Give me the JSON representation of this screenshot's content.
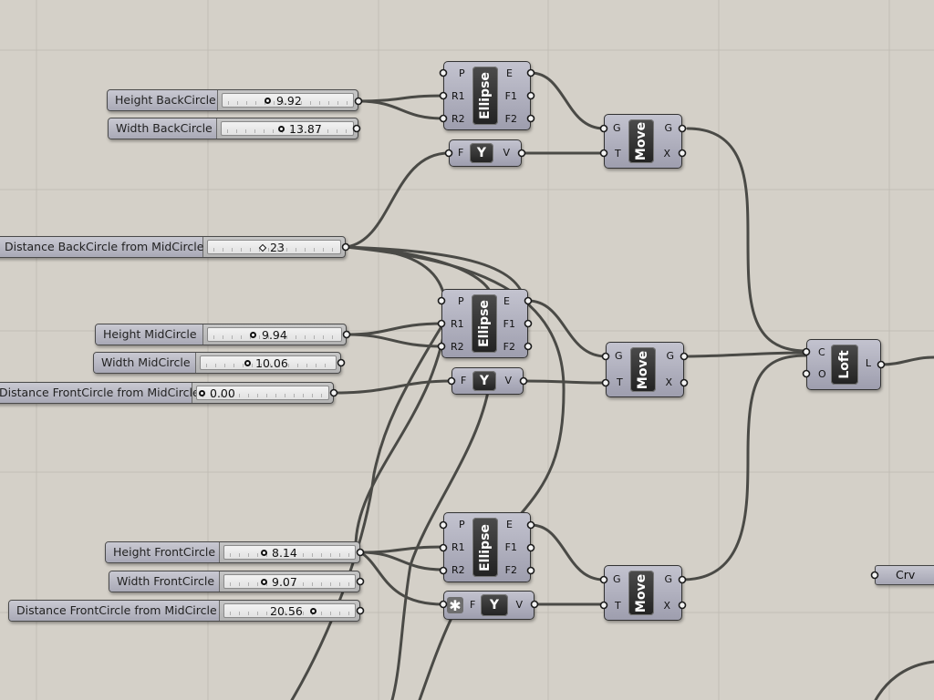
{
  "canvas": {
    "background": "#d4d0c8",
    "grid_color": "#c2beb6",
    "wire_color": "#4a4a46"
  },
  "sliders": [
    {
      "name": "slider-height-backcircle",
      "label": "Height BackCircle",
      "value": "9.92"
    },
    {
      "name": "slider-width-backcircle",
      "label": "Width BackCircle",
      "value": "13.87"
    },
    {
      "name": "slider-distance-backcircle",
      "label": "Distance BackCircle from MidCircle",
      "value": "23"
    },
    {
      "name": "slider-height-midcircle",
      "label": "Height MidCircle",
      "value": "9.94"
    },
    {
      "name": "slider-width-midcircle",
      "label": "Width MidCircle",
      "value": "10.06"
    },
    {
      "name": "slider-distance-frontcircle-top",
      "label": "Distance FrontCircle from MidCircle",
      "value": "0.00"
    },
    {
      "name": "slider-height-frontcircle",
      "label": "Height FrontCircle",
      "value": "8.14"
    },
    {
      "name": "slider-width-frontcircle",
      "label": "Width FrontCircle",
      "value": "9.07"
    },
    {
      "name": "slider-distance-frontcircle",
      "label": "Distance FrontCircle from MidCircle",
      "value": "20.56"
    }
  ],
  "components": {
    "ellipse": {
      "title": "Ellipse",
      "inputs": [
        "P",
        "R1",
        "R2"
      ],
      "outputs": [
        "E",
        "F1",
        "F2"
      ]
    },
    "move": {
      "title": "Move",
      "inputs": [
        "G",
        "T"
      ],
      "outputs": [
        "G",
        "X"
      ]
    },
    "unit_y": {
      "title": "Y",
      "inputs": [
        "F"
      ],
      "outputs": [
        "V"
      ]
    },
    "loft": {
      "title": "Loft",
      "inputs": [
        "C",
        "O"
      ],
      "outputs": [
        "L"
      ]
    },
    "curve_param": {
      "label": "Crv"
    }
  }
}
